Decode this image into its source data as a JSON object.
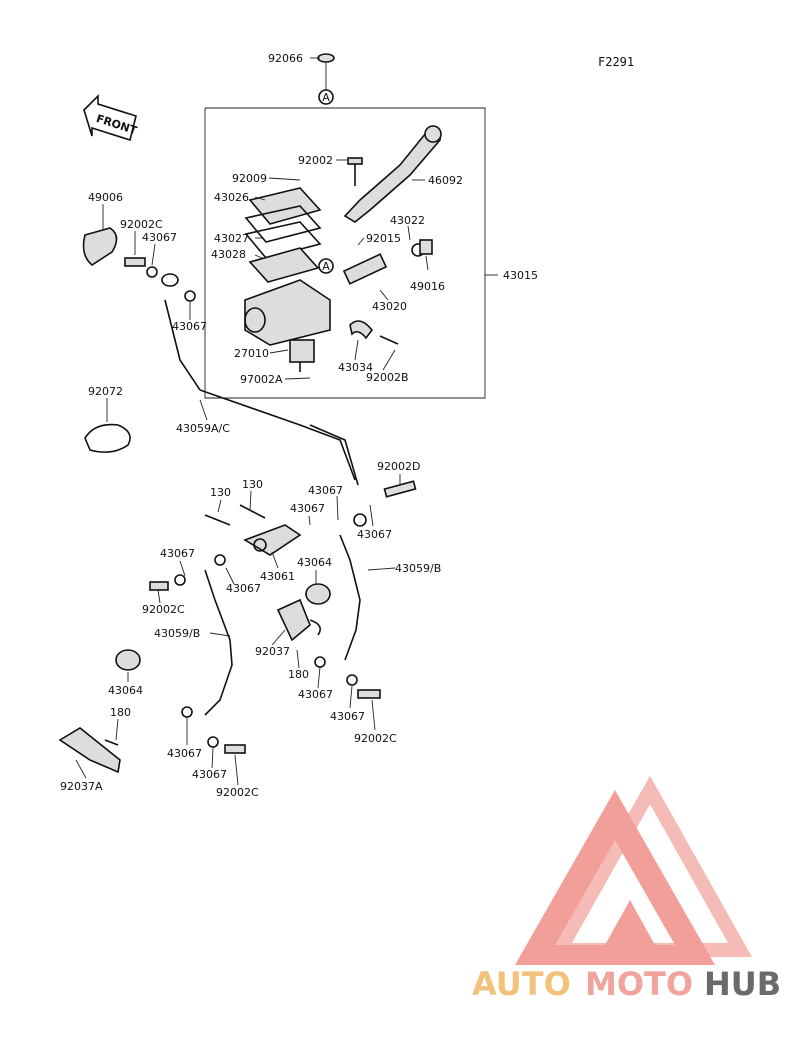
{
  "diagram": {
    "figure_code": "F2291",
    "front_label": "FRONT",
    "callout": "A",
    "watermark": {
      "part1": "AUTO",
      "part2": "MOTO",
      "part3": "HUB",
      "color_auto": "#f2c27a",
      "color_moto": "#f0a49c",
      "color_hub": "#6a6a6a",
      "logo_color": "#ef8f87"
    },
    "labels": {
      "p92066": "92066",
      "p92002": "92002",
      "p46092": "46092",
      "p92009": "92009",
      "p43026": "43026",
      "p43027": "43027",
      "p43028": "43028",
      "p43022": "43022",
      "p92015": "92015",
      "p49016": "49016",
      "p43015": "43015",
      "p43020": "43020",
      "p27010": "27010",
      "p43034": "43034",
      "p97002a": "97002A",
      "p92002b": "92002B",
      "p49006": "49006",
      "p92002c_a": "92002C",
      "p43067_a": "43067",
      "p43067_b": "43067",
      "p92072": "92072",
      "p43059ac": "43059A/C",
      "p92002d": "92002D",
      "p130_a": "130",
      "p130_b": "130",
      "p43067_c": "43067",
      "p43067_d": "43067",
      "p43067_e": "43067",
      "p43059b_r": "43059/B",
      "p43067_f": "43067",
      "p43061": "43061",
      "p43064_a": "43064",
      "p43067_g": "43067",
      "p92002c_b": "92002C",
      "p43059b_l": "43059/B",
      "p92037": "92037",
      "p180_a": "180",
      "p43067_h": "43067",
      "p43067_i": "43067",
      "p92002c_c": "92002C",
      "p43064_b": "43064",
      "p180_b": "180",
      "p92037a": "92037A",
      "p43067_j": "43067",
      "p43067_k": "43067",
      "p92002c_d": "92002C"
    }
  }
}
